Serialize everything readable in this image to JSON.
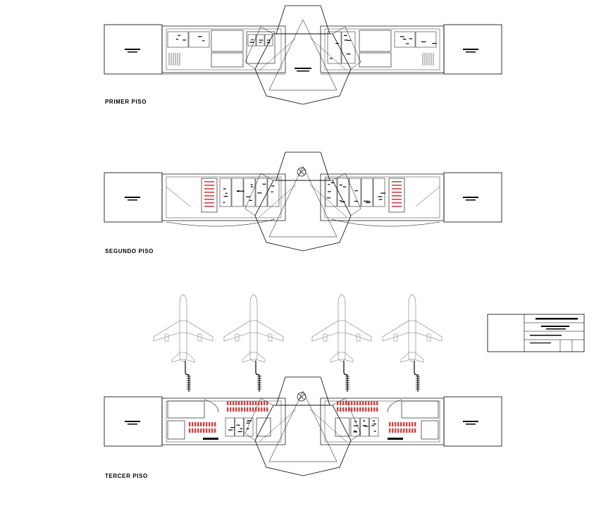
{
  "drawing": {
    "floors": [
      {
        "id": "primer",
        "label": "PRIMER PISO"
      },
      {
        "id": "segundo",
        "label": "SEGUNDO PISO"
      },
      {
        "id": "tercer",
        "label": "TERCER PISO"
      }
    ],
    "aircraft_count": 4,
    "line_color": "#000000",
    "accent_color": "#d04040",
    "aircraft_color": "#9a9a9a"
  }
}
